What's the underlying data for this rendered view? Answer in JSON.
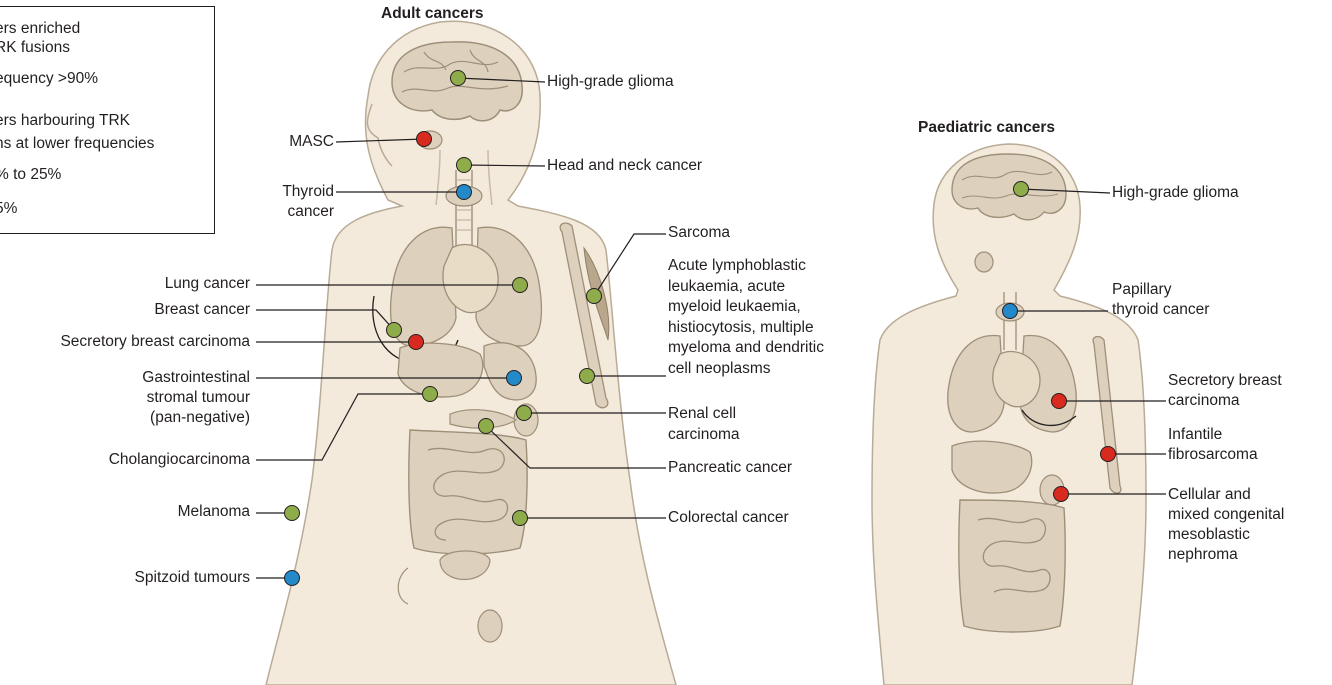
{
  "colors": {
    "high": "#8fac4a",
    "mid": "#d82a1e",
    "low": "#2489c8",
    "body_fill": "#f3eadb",
    "body_stroke": "#b9ab95",
    "organ_fill": "#ddd1bd",
    "organ_stroke": "#9e8f78",
    "leader": "#231f20"
  },
  "legend": {
    "line1": "ers enriched",
    "line2": "RK fusions",
    "line3": "equency >90%",
    "line4": "ers harbouring TRK",
    "line5": "ns at lower frequencies",
    "line6": "% to 25%",
    "line7": "5%"
  },
  "adult": {
    "title": "Adult cancers",
    "labels": {
      "hgg": "High-grade glioma",
      "masc": "MASC",
      "head_neck": "Head and neck cancer",
      "thyroid_1": "Thyroid",
      "thyroid_2": "cancer",
      "sarcoma": "Sarcoma",
      "lung": "Lung cancer",
      "breast": "Breast cancer",
      "secretory": "Secretory breast carcinoma",
      "gist_1": "Gastrointestinal",
      "gist_2": "stromal tumour",
      "gist_3": "(pan-negative)",
      "cholangio": "Cholangiocarcinoma",
      "melanoma": "Melanoma",
      "spitzoid": "Spitzoid tumours",
      "heme_1": "Acute lymphoblastic",
      "heme_2": "leukaemia, acute",
      "heme_3": "myeloid leukaemia,",
      "heme_4": "histiocytosis, multiple",
      "heme_5": "myeloma and dendritic",
      "heme_6": "cell neoplasms",
      "renal_1": "Renal cell",
      "renal_2": "carcinoma",
      "pancreatic": "Pancreatic cancer",
      "colorectal": "Colorectal cancer"
    }
  },
  "paediatric": {
    "title": "Paediatric cancers",
    "labels": {
      "hgg": "High-grade glioma",
      "papillary_1": "Papillary",
      "papillary_2": "thyroid cancer",
      "secretory_1": "Secretory breast",
      "secretory_2": "carcinoma",
      "infantile_1": "Infantile",
      "infantile_2": "fibrosarcoma",
      "cmn_1": "Cellular and",
      "cmn_2": "mixed congenital",
      "cmn_3": "mesoblastic",
      "cmn_4": "nephroma"
    }
  }
}
